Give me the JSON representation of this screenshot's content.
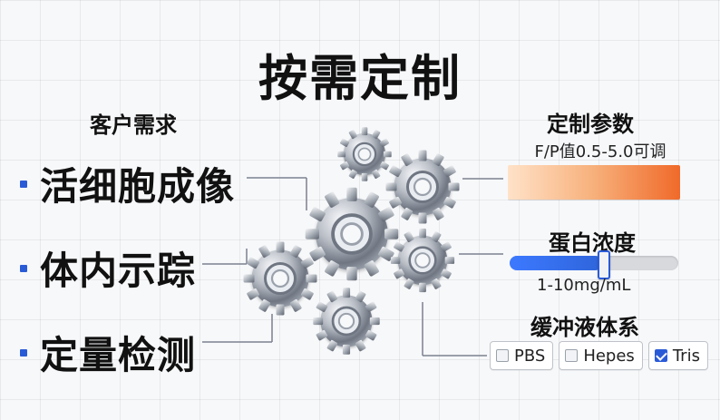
{
  "title": "按需定制",
  "customer_needs": {
    "title": "客户需求",
    "items": [
      {
        "label": "活细胞成像"
      },
      {
        "label": "体内示踪"
      },
      {
        "label": "定量检测"
      }
    ]
  },
  "params": {
    "title": "定制参数",
    "fp": {
      "label": "F/P值0.5-5.0可调"
    },
    "protein": {
      "title": "蛋白浓度",
      "range_label": "1-10mg/mL",
      "slider_fraction": 0.55
    },
    "buffer": {
      "title": "缓冲液体系",
      "options": [
        {
          "label": "PBS",
          "checked": false
        },
        {
          "label": "Hepes",
          "checked": false
        },
        {
          "label": "Tris",
          "checked": true
        }
      ]
    }
  },
  "colors": {
    "accent_blue": "#2a5bd7",
    "accent_orange": "#f06a2a"
  },
  "icons": {
    "center_graphic": "gears-icon"
  }
}
